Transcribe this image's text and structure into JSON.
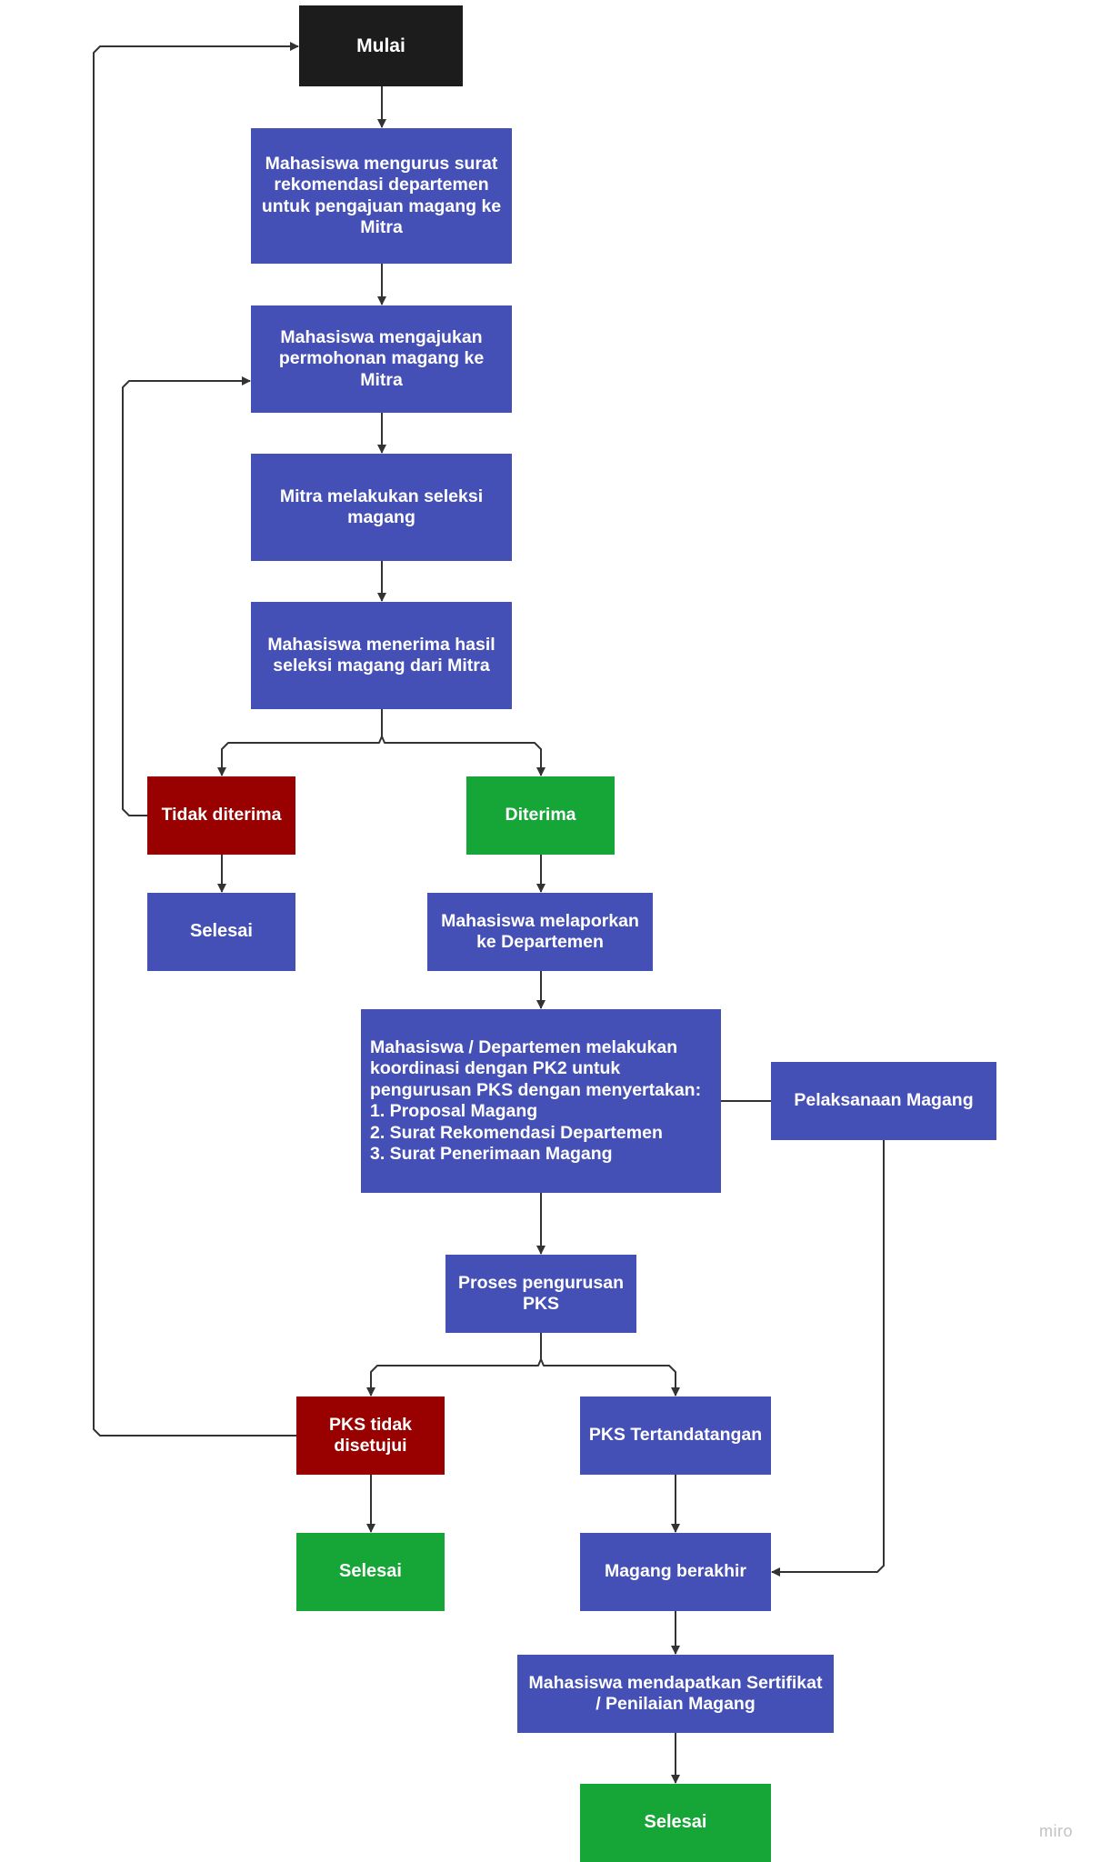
{
  "diagram": {
    "colors": {
      "start": "#1c1c1c",
      "process": "#4550b7",
      "rejected": "#990000",
      "accepted": "#16a637",
      "edge": "#333333",
      "text": "#ffffff"
    },
    "nodes": {
      "start": {
        "text": "Mulai",
        "color": "start"
      },
      "rekomendasi": {
        "text": "Mahasiswa mengurus surat rekomendasi departemen untuk pengajuan magang ke Mitra",
        "color": "process"
      },
      "pengajuan": {
        "text": "Mahasiswa mengajukan permohonan magang ke Mitra",
        "color": "process"
      },
      "seleksi": {
        "text": "Mitra melakukan seleksi magang",
        "color": "process"
      },
      "hasil": {
        "text": "Mahasiswa menerima hasil seleksi magang dari Mitra",
        "color": "process"
      },
      "tidak_diterima": {
        "text": "Tidak diterima",
        "color": "rejected"
      },
      "selesai_1": {
        "text": "Selesai",
        "color": "process"
      },
      "diterima": {
        "text": "Diterima",
        "color": "accepted"
      },
      "melapor": {
        "text": "Mahasiswa melaporkan ke Departemen",
        "color": "process"
      },
      "koordinasi": {
        "text": "Mahasiswa / Departemen melakukan koordinasi dengan PK2 untuk pengurusan PKS dengan menyertakan:\n1. Proposal Magang\n2. Surat Rekomendasi Departemen\n3. Surat Penerimaan Magang",
        "color": "process"
      },
      "pelaksanaan": {
        "text": "Pelaksanaan Magang",
        "color": "process"
      },
      "proses_pks": {
        "text": "Proses pengurusan PKS",
        "color": "process"
      },
      "pks_tidak": {
        "text": "PKS tidak disetujui",
        "color": "rejected"
      },
      "pks_ttd": {
        "text": "PKS Tertandatangan",
        "color": "process"
      },
      "selesai_2": {
        "text": "Selesai",
        "color": "accepted"
      },
      "magang_berakhir": {
        "text": "Magang berakhir",
        "color": "process"
      },
      "sertifikat": {
        "text": "Mahasiswa mendapatkan Sertifikat / Penilaian Magang",
        "color": "process"
      },
      "selesai_3": {
        "text": "Selesai",
        "color": "accepted"
      }
    },
    "edges": [
      {
        "from": "start",
        "to": "rekomendasi",
        "arrow": true
      },
      {
        "from": "rekomendasi",
        "to": "pengajuan",
        "arrow": true
      },
      {
        "from": "pengajuan",
        "to": "seleksi",
        "arrow": true
      },
      {
        "from": "seleksi",
        "to": "hasil",
        "arrow": true
      },
      {
        "from": "hasil",
        "to": "tidak_diterima",
        "arrow": true
      },
      {
        "from": "hasil",
        "to": "diterima",
        "arrow": true
      },
      {
        "from": "tidak_diterima",
        "to": "pengajuan",
        "arrow": true
      },
      {
        "from": "tidak_diterima",
        "to": "selesai_1",
        "arrow": true
      },
      {
        "from": "diterima",
        "to": "melapor",
        "arrow": true
      },
      {
        "from": "melapor",
        "to": "koordinasi",
        "arrow": true
      },
      {
        "from": "koordinasi",
        "to": "pelaksanaan",
        "arrow": false
      },
      {
        "from": "koordinasi",
        "to": "proses_pks",
        "arrow": true
      },
      {
        "from": "proses_pks",
        "to": "pks_tidak",
        "arrow": true
      },
      {
        "from": "proses_pks",
        "to": "pks_ttd",
        "arrow": true
      },
      {
        "from": "pks_tidak",
        "to": "start",
        "arrow": true
      },
      {
        "from": "pks_tidak",
        "to": "selesai_2",
        "arrow": true
      },
      {
        "from": "pks_ttd",
        "to": "magang_berakhir",
        "arrow": true
      },
      {
        "from": "pelaksanaan",
        "to": "magang_berakhir",
        "arrow": true
      },
      {
        "from": "magang_berakhir",
        "to": "sertifikat",
        "arrow": true
      },
      {
        "from": "sertifikat",
        "to": "selesai_3",
        "arrow": true
      }
    ]
  },
  "watermark": "miro"
}
